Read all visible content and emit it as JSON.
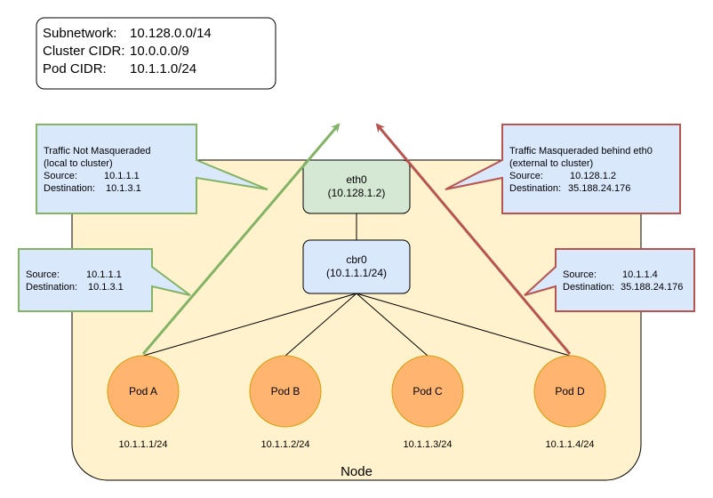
{
  "info_box": {
    "rows": [
      {
        "label": "Subnetwork:",
        "value": "10.128.0.0/14"
      },
      {
        "label": "Cluster CIDR:",
        "value": "10.0.0.0/9"
      },
      {
        "label": "Pod CIDR:",
        "value": "10.1.1.0/24"
      }
    ]
  },
  "node": {
    "label": "Node"
  },
  "eth0": {
    "name": "eth0",
    "ip": "(10.128.1.2)"
  },
  "cbr0": {
    "name": "cbr0",
    "ip": "(10.1.1.1/24)"
  },
  "pods": [
    {
      "name": "Pod A",
      "ip": "10.1.1.1/24"
    },
    {
      "name": "Pod B",
      "ip": "10.1.1.2/24"
    },
    {
      "name": "Pod C",
      "ip": "10.1.1.3/24"
    },
    {
      "name": "Pod D",
      "ip": "10.1.1.4/24"
    }
  ],
  "callouts": {
    "not_masq_top": {
      "title": "Traffic Not Masqueraded",
      "subtitle": "(local to cluster)",
      "source_label": "Source:",
      "source_value": "10.1.1.1",
      "dest_label": "Destination:",
      "dest_value": "10.1.3.1"
    },
    "not_masq_pod": {
      "source_label": "Source:",
      "source_value": "10.1.1.1",
      "dest_label": "Destination:",
      "dest_value": "10.1.3.1"
    },
    "masq_top": {
      "title": "Traffic Masqueraded behind eth0",
      "subtitle": "(external to cluster)",
      "source_label": "Source:",
      "source_value": "10.128.1.2",
      "dest_label": "Destination:",
      "dest_value": "35.188.24.176"
    },
    "masq_pod": {
      "source_label": "Source:",
      "source_value": "10.1.1.4",
      "dest_label": "Destination:",
      "dest_value": "35.188.24.176"
    }
  },
  "colors": {
    "node_fill": "#fff2cc",
    "eth0_fill": "#d5e8d4",
    "cbr0_fill": "#dae8fc",
    "pod_fill": "#ffb570",
    "pod_stroke": "#d79b00",
    "green": "#82b366",
    "red": "#b85450",
    "callout_fill": "#dae8fc"
  }
}
